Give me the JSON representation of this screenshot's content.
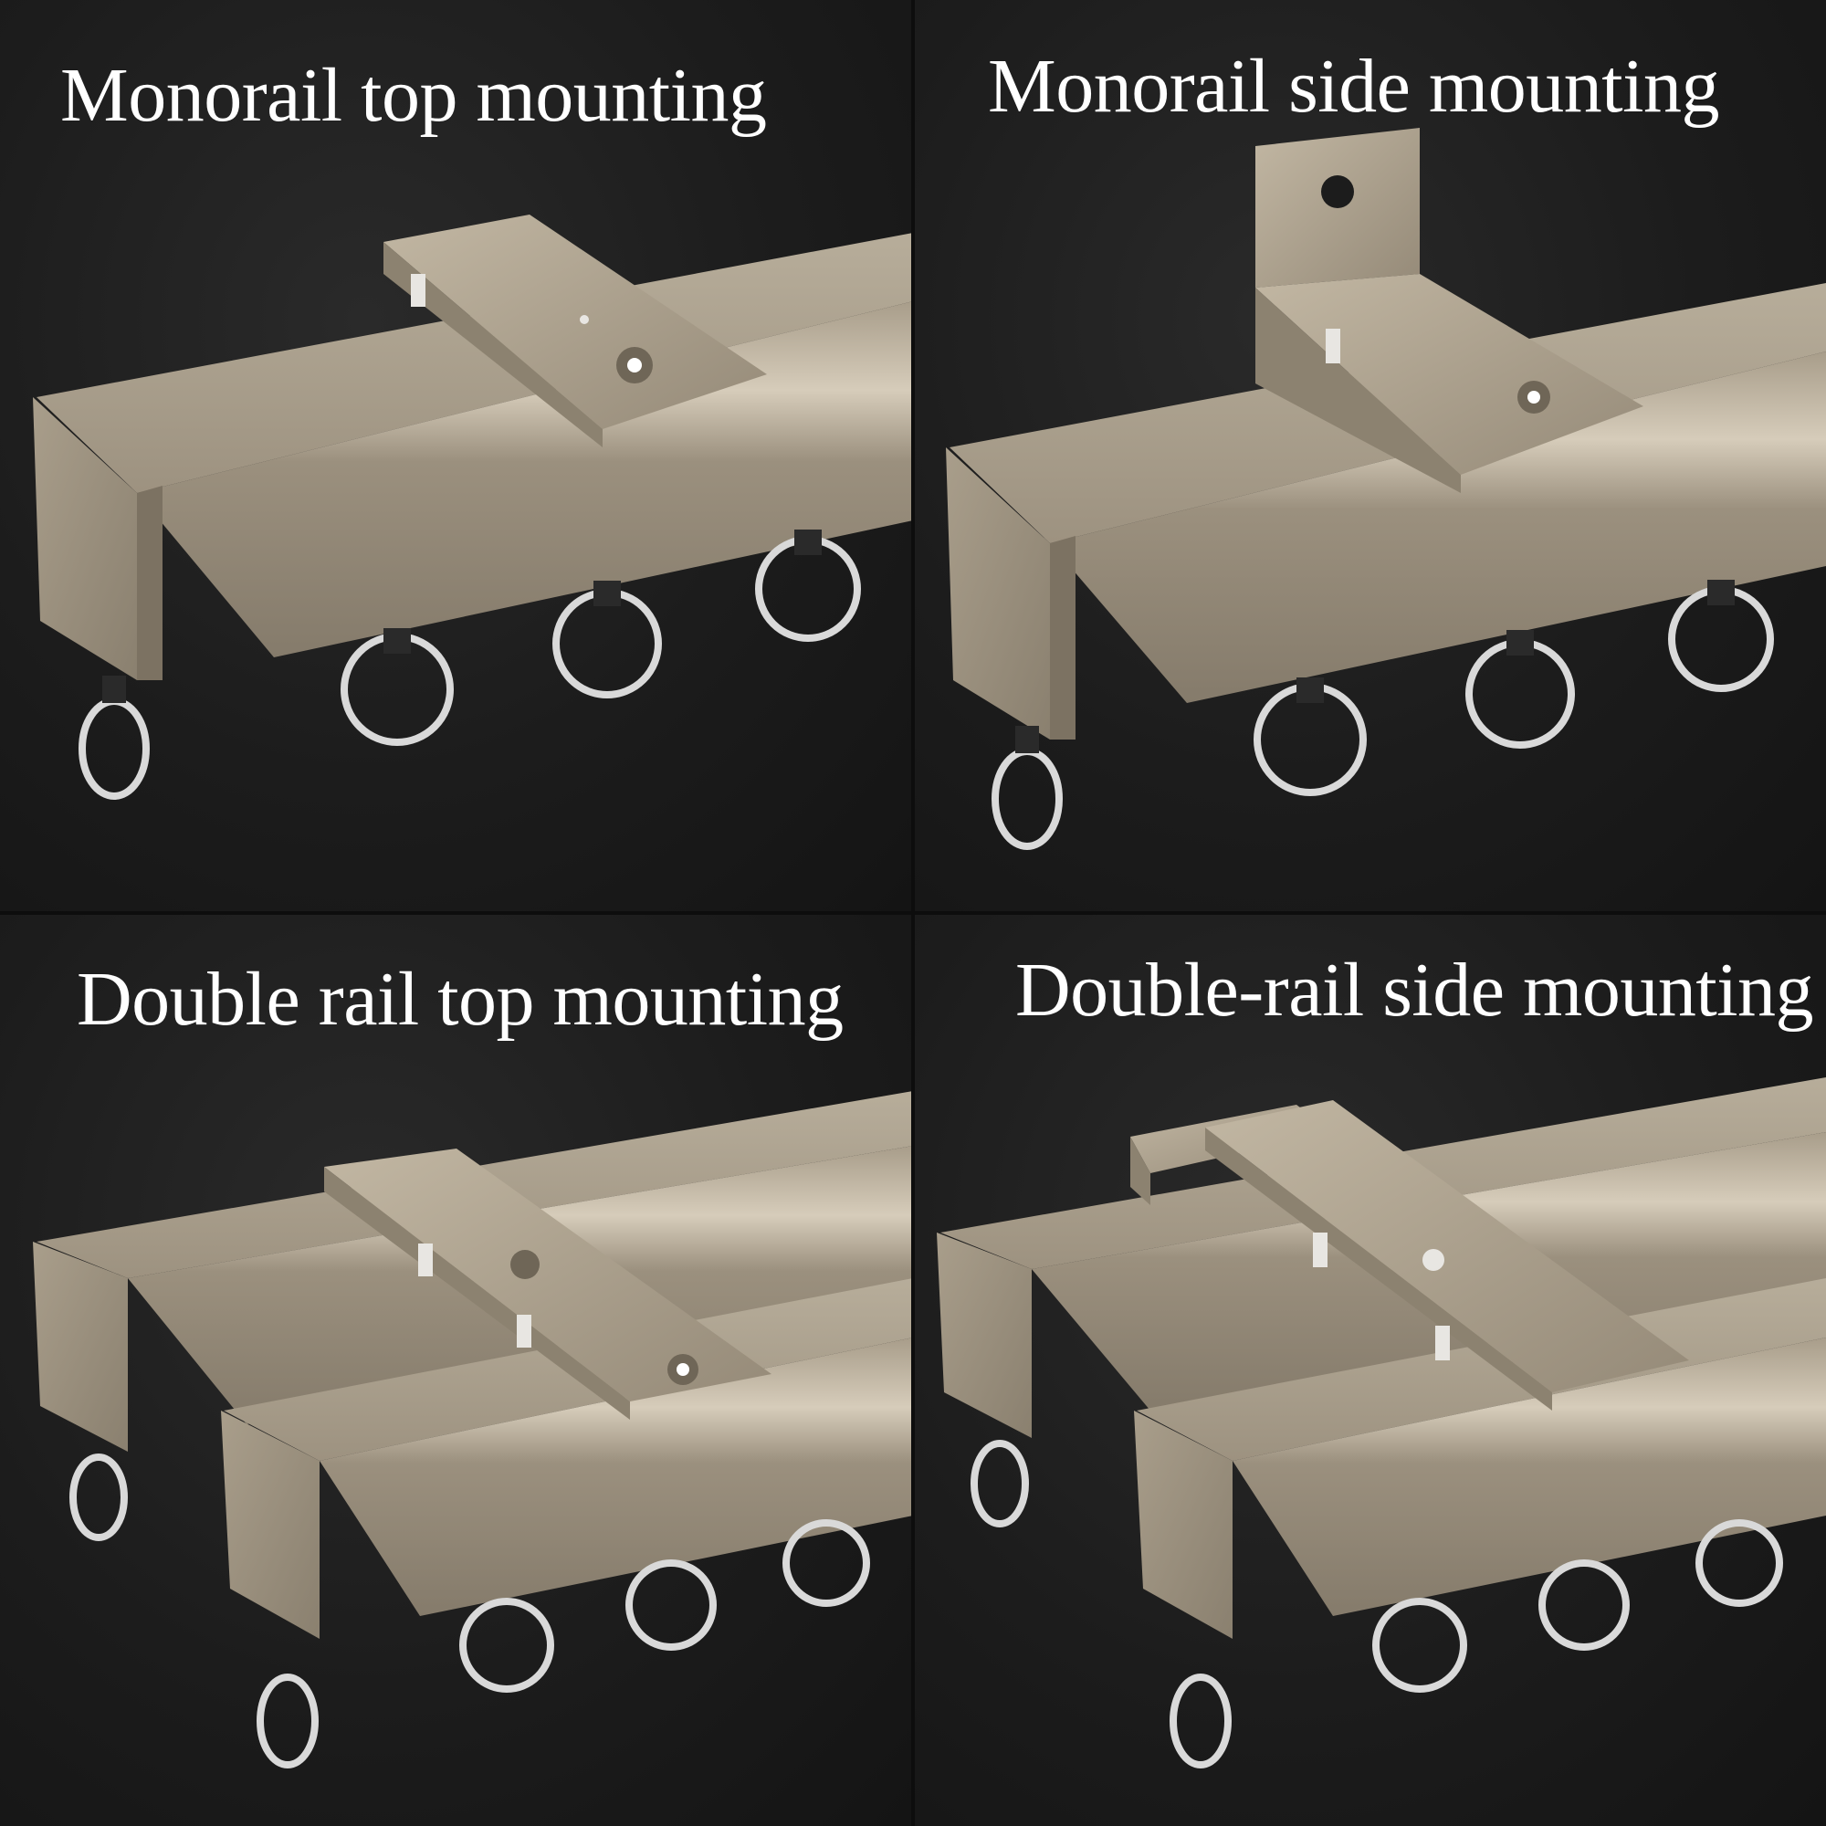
{
  "panels": [
    {
      "caption": "Monorail top mounting"
    },
    {
      "caption": "Monorail side mounting"
    },
    {
      "caption": "Double rail top mounting"
    },
    {
      "caption": "Double-rail side mounting"
    }
  ],
  "colors": {
    "background": "#1c1c1c",
    "rail": "#9c917f",
    "rail_highlight": "#c4b9a6",
    "ring": "#d9d9d9"
  },
  "icons": [
    "curtain-rail",
    "mounting-bracket",
    "ring-hook"
  ]
}
